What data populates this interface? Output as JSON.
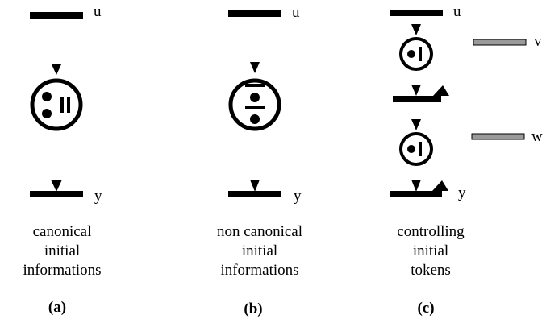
{
  "panels": {
    "a": {
      "places": {
        "top": "u",
        "bottom": "y"
      },
      "caption": [
        "canonical",
        "initial",
        "informations"
      ],
      "tag": "(a)"
    },
    "b": {
      "places": {
        "top": "u",
        "bottom": "y"
      },
      "caption": [
        "non canonical",
        "initial",
        "informations"
      ],
      "tag": "(b)"
    },
    "c": {
      "places": {
        "top": "u",
        "side1": "v",
        "side2": "w",
        "bottom": "y"
      },
      "caption": [
        "controlling",
        "initial",
        "tokens"
      ],
      "tag": "(c)"
    }
  },
  "colors": {
    "ink": "#000000",
    "grey_bar": "#9a9a9a"
  }
}
